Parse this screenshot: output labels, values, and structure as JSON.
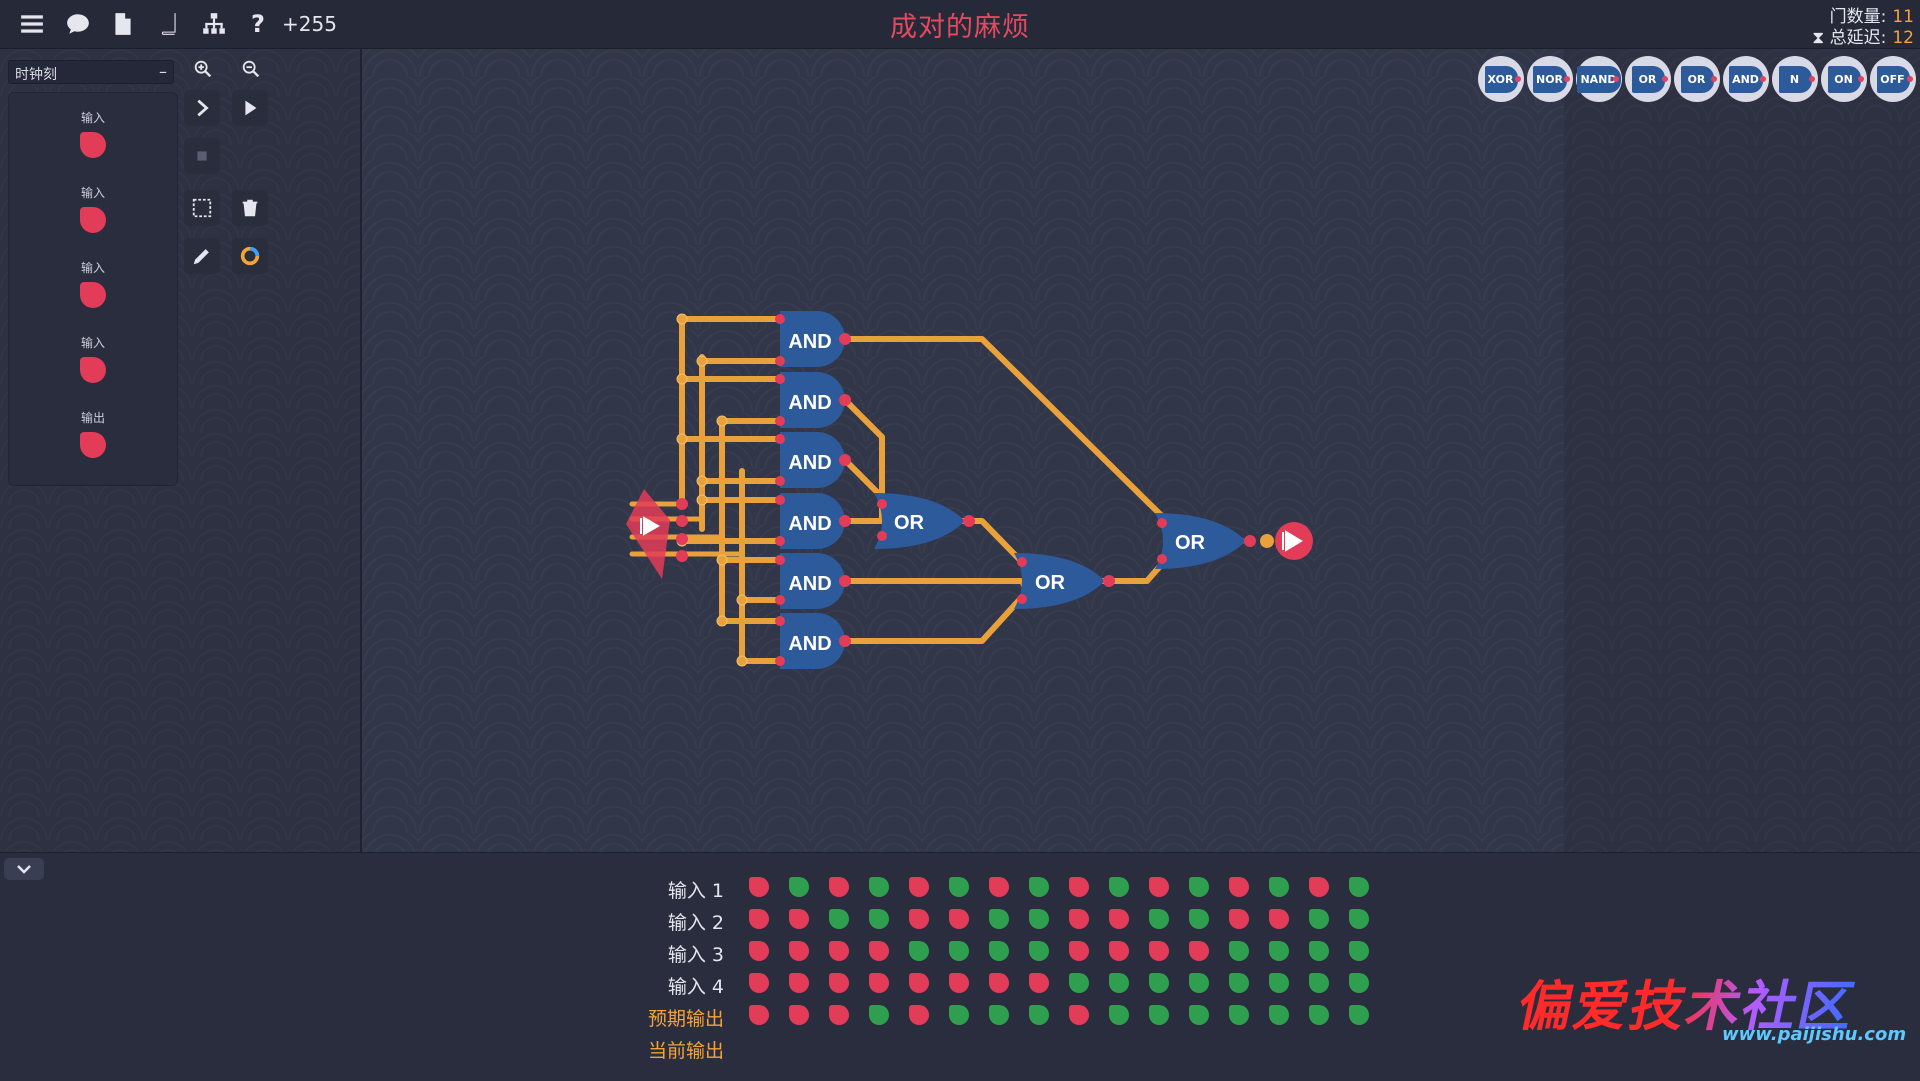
{
  "topbar": {
    "icons": [
      "menu-icon",
      "chat-icon",
      "file-icon",
      "book-icon",
      "hierarchy-icon",
      "question-icon"
    ],
    "coins": "+255",
    "title": "成对的麻烦",
    "gate_count_label": "门数量:",
    "gate_count_value": "11",
    "delay_label": "总延迟:",
    "delay_value": "12"
  },
  "clock": {
    "label": "时钟刻",
    "collapse": "–"
  },
  "io_panel": [
    {
      "label": "输入"
    },
    {
      "label": "输入"
    },
    {
      "label": "输入"
    },
    {
      "label": "输入"
    },
    {
      "label": "输出"
    }
  ],
  "palette": [
    "XOR",
    "NOR",
    "NAND",
    "OR",
    "OR",
    "AND",
    "N",
    "ON",
    "OFF"
  ],
  "gates": [
    {
      "type": "AND",
      "label": "AND"
    },
    {
      "type": "AND",
      "label": "AND"
    },
    {
      "type": "AND",
      "label": "AND"
    },
    {
      "type": "AND",
      "label": "AND"
    },
    {
      "type": "AND",
      "label": "AND"
    },
    {
      "type": "AND",
      "label": "AND"
    },
    {
      "type": "OR",
      "label": "OR"
    },
    {
      "type": "OR",
      "label": "OR"
    },
    {
      "type": "OR",
      "label": "OR"
    }
  ],
  "colors": {
    "accent": "#f2a33a",
    "wire": "#e9a23b",
    "gate": "#2d5a9a",
    "off": "#e23c58",
    "on": "#2f9e4f",
    "title": "#e34a60"
  },
  "truth_table": {
    "rows": [
      {
        "label": "输入 1",
        "kind": "in",
        "values": [
          0,
          1,
          0,
          1,
          0,
          1,
          0,
          1,
          0,
          1,
          0,
          1,
          0,
          1,
          0,
          1
        ]
      },
      {
        "label": "输入 2",
        "kind": "in",
        "values": [
          0,
          0,
          1,
          1,
          0,
          0,
          1,
          1,
          0,
          0,
          1,
          1,
          0,
          0,
          1,
          1
        ]
      },
      {
        "label": "输入 3",
        "kind": "in",
        "values": [
          0,
          0,
          0,
          0,
          1,
          1,
          1,
          1,
          0,
          0,
          0,
          0,
          1,
          1,
          1,
          1
        ]
      },
      {
        "label": "输入 4",
        "kind": "in",
        "values": [
          0,
          0,
          0,
          0,
          0,
          0,
          0,
          0,
          1,
          1,
          1,
          1,
          1,
          1,
          1,
          1
        ]
      },
      {
        "label": "预期输出",
        "kind": "out",
        "values": [
          0,
          0,
          0,
          1,
          0,
          1,
          1,
          1,
          0,
          1,
          1,
          1,
          1,
          1,
          1,
          1
        ]
      },
      {
        "label": "当前输出",
        "kind": "out",
        "values": []
      }
    ]
  },
  "watermark": {
    "main": "偏爱技术社区",
    "url": "www.paijishu.com"
  }
}
